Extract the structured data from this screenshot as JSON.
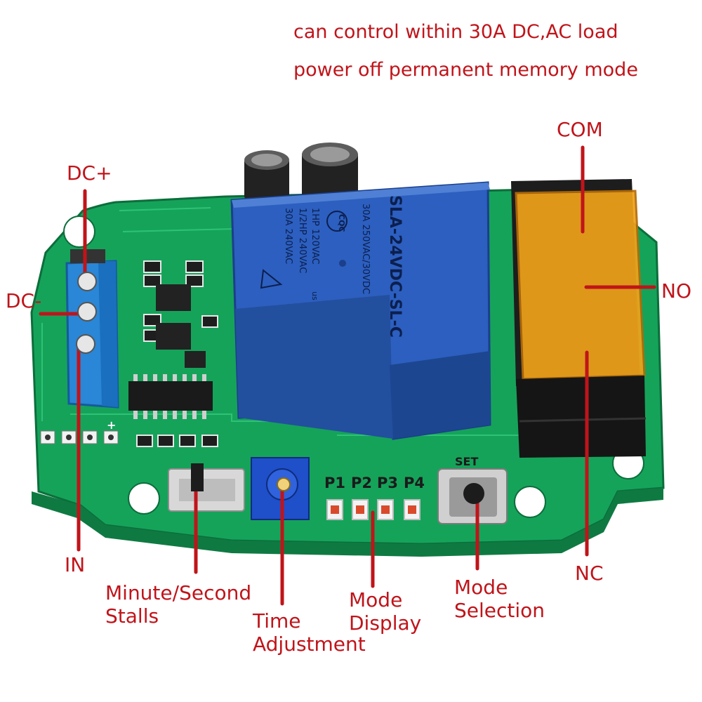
{
  "header": {
    "line1": "can control within 30A DC,AC load",
    "line2": "power off permanent memory mode"
  },
  "labels": {
    "dc_plus": "DC+",
    "dc_minus": "DC-",
    "in": "IN",
    "com": "COM",
    "no": "NO",
    "nc": "NC",
    "minute_second_1": "Minute/Second",
    "minute_second_2": "Stalls",
    "time_adj_1": "Time",
    "time_adj_2": "Adjustment",
    "mode_display_1": "Mode",
    "mode_display_2": "Display",
    "mode_selection_1": "Mode",
    "mode_selection_2": "Selection"
  },
  "board": {
    "led_labels": [
      "P1",
      "P2",
      "P3",
      "P4"
    ],
    "set_label": "SET",
    "pin_plus": "+"
  },
  "relay": {
    "model": "SLA-24VDC-SL-C",
    "rating_1": "30A 250VAC/30VDC",
    "cert_1": "1HP 120VAC",
    "cert_2": "1/2HP 240VAC",
    "rating_2": "30A 240VAC",
    "cqc": "CQC",
    "ul": "us"
  },
  "colors": {
    "annotation": "#c0141a",
    "pcb": "#15a35a",
    "relay": "#2c5fbf",
    "terminal_blue": "#2a86d6",
    "terminal_amber": "#f0a21a"
  },
  "icons": [
    "trimmer-screw-icon",
    "push-button-icon",
    "slide-switch-icon",
    "screw-icon",
    "led-icon"
  ]
}
